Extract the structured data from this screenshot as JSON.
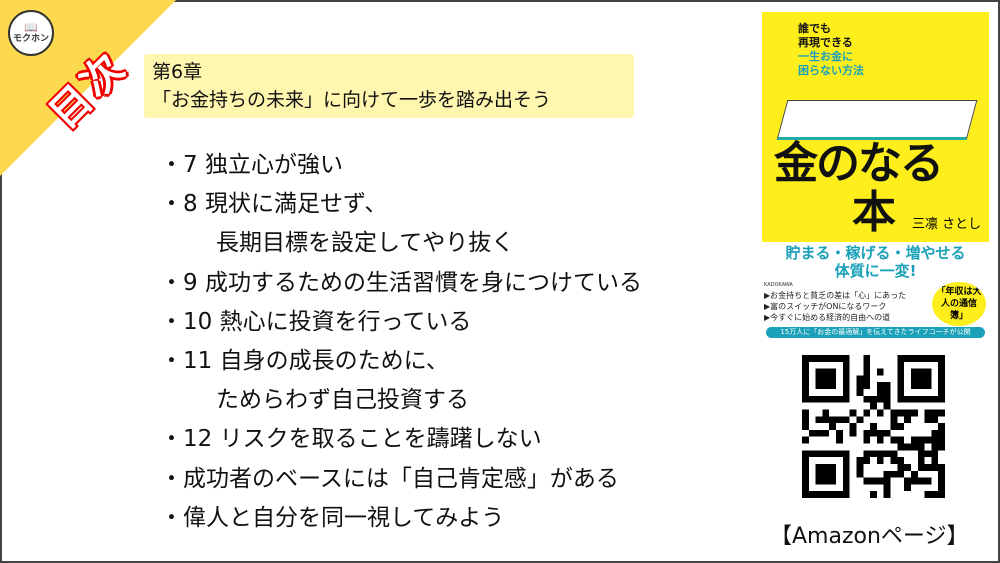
{
  "badge": {
    "icon": "book-icon",
    "label": "モクホン",
    "corner_text": "目次"
  },
  "chapter": {
    "number": "第6章",
    "title": "「お金持ちの未来」に向けて一歩を踏み出そう"
  },
  "items": [
    {
      "text": "・7 独立心が強い"
    },
    {
      "text": "・8 現状に満足せず、"
    },
    {
      "text": "長期目標を設定してやり抜く",
      "indent": true
    },
    {
      "text": "・9 成功するための生活習慣を身につけている"
    },
    {
      "text": "・10 熱心に投資を行っている"
    },
    {
      "text": "・11 自身の成長のために、"
    },
    {
      "text": "ためらわず自己投資する",
      "indent": true
    },
    {
      "text": "・12 リスクを取ることを躊躇しない"
    },
    {
      "text": "・成功者のベースには「自己肯定感」がある"
    },
    {
      "text": "・偉人と自分を同一視してみよう"
    }
  ],
  "book": {
    "sub1": "誰でも",
    "sub2": "再現できる",
    "sub3": "一生お金に",
    "sub4": "困らない方法",
    "title1": "金のなる",
    "title2": "本",
    "author": "三凛 さとし",
    "band": "貯まる・稼げる・増やせる",
    "band2": "体質に一変!",
    "publisher": "KADOKAWA",
    "features": [
      "▶お金持ちと貧乏の差は「心」にあった",
      "▶富のスイッチがONになるワーク",
      "▶今すぐに始める経済的自由への道"
    ],
    "bubble": "「年収は大人の通信簿」",
    "footer": "15万人に「お金の最適解」を伝えてきたライフコーチが公開",
    "colors": {
      "cover": "#fdee1c",
      "accent": "#1aa0b8"
    }
  },
  "qr": {
    "icon": "qr-code"
  },
  "amazon_link": "【Amazonページ】",
  "colors": {
    "corner": "#fdd94f",
    "chapter_bg": "#fff6b0",
    "corner_text_outline": "#e00000"
  }
}
